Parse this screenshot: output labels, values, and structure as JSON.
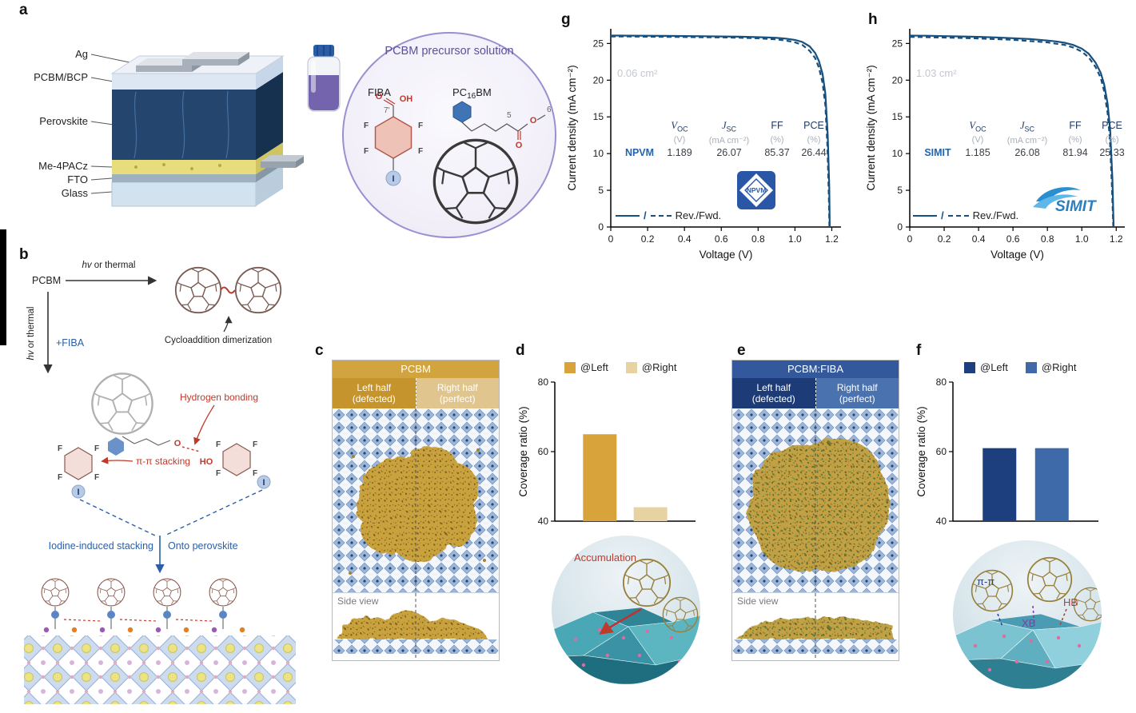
{
  "figure": {
    "panel_labels": {
      "a": "a",
      "b": "b",
      "c": "c",
      "d": "d",
      "e": "e",
      "f": "f",
      "g": "g",
      "h": "h"
    }
  },
  "chem": {
    "F": "F",
    "I": "I",
    "O": "O",
    "OH": "OH",
    "HO": "HO",
    "n5": "5",
    "n6": "6",
    "n7": "7'",
    "PC": "PC",
    "sub16": "16",
    "BM": "BM"
  },
  "panel_a": {
    "layers": [
      "Ag",
      "PCBM/BCP",
      "Perovskite",
      "Me-4PACz",
      "FTO",
      "Glass"
    ],
    "solution_title": "PCBM precursor solution",
    "fiba_label": "FIBA"
  },
  "panel_b": {
    "pcbm": "PCBM",
    "hv": "hv",
    "or_thermal": "or thermal",
    "plus_fiba": "+FIBA",
    "cycloaddition": "Cycloaddition dimerization",
    "hydrogen_bonding": "Hydrogen bonding",
    "pi_stacking": "π-π stacking",
    "iodine_stacking": "Iodine-induced stacking",
    "onto_perovskite": "Onto perovskite"
  },
  "panel_c": {
    "title": "PCBM",
    "left1": "Left half",
    "left2": "(defected)",
    "right1": "Right half",
    "right2": "(perfect)",
    "side_view": "Side view"
  },
  "panel_e": {
    "title": "PCBM:FIBA",
    "left1": "Left half",
    "left2": "(defected)",
    "right1": "Right half",
    "right2": "(perfect)",
    "side_view": "Side view"
  },
  "panel_d_inset": {
    "label": "Accumulation"
  },
  "panel_f_inset": {
    "pi": "π-π",
    "xb": "XB",
    "hb": "HB"
  },
  "chart_data": [
    {
      "panel": "d",
      "type": "bar",
      "categories": [
        "@Left",
        "@Right"
      ],
      "values": [
        65,
        44
      ],
      "colors": [
        "#d9a33c",
        "#e7d2a2"
      ],
      "ylabel": "Coverage ratio (%)",
      "ylim": [
        40,
        80
      ],
      "yticks": [
        40,
        60,
        80
      ],
      "legend_position": "top"
    },
    {
      "panel": "f",
      "type": "bar",
      "categories": [
        "@Left",
        "@Right"
      ],
      "values": [
        61,
        61
      ],
      "colors": [
        "#1e3f7d",
        "#3e6aa9"
      ],
      "ylabel": "Coverage ratio (%)",
      "ylim": [
        40,
        80
      ],
      "yticks": [
        40,
        60,
        80
      ],
      "legend_position": "top"
    },
    {
      "panel": "g",
      "type": "line",
      "xlabel": "Voltage (V)",
      "ylabel": "Current density (mA cm⁻²)",
      "xlim": [
        0,
        1.25
      ],
      "ylim": [
        0,
        27
      ],
      "xticks": [
        0,
        0.2,
        0.4,
        0.6,
        0.8,
        1.0,
        1.2
      ],
      "yticks": [
        0,
        5,
        10,
        15,
        20,
        25
      ],
      "area_label": "0.06 cm²",
      "device": "NPVM",
      "legend": "Rev./Fwd.",
      "color": "#17507e",
      "series": [
        {
          "name": "Rev.",
          "dash": "solid",
          "x": [
            0,
            0.05,
            0.1,
            0.2,
            0.3,
            0.4,
            0.5,
            0.6,
            0.7,
            0.8,
            0.85,
            0.9,
            0.95,
            1.0,
            1.04,
            1.08,
            1.11,
            1.13,
            1.15,
            1.165,
            1.178,
            1.186,
            1.189
          ],
          "y": [
            26.07,
            26.07,
            26.06,
            26.05,
            26.03,
            26.01,
            25.99,
            25.96,
            25.92,
            25.86,
            25.82,
            25.76,
            25.66,
            25.48,
            25.2,
            24.6,
            23.7,
            22.6,
            20.8,
            18.2,
            12.5,
            5.5,
            0
          ]
        },
        {
          "name": "Fwd.",
          "dash": "dashed",
          "x": [
            0,
            0.1,
            0.2,
            0.3,
            0.4,
            0.5,
            0.6,
            0.7,
            0.8,
            0.9,
            0.95,
            1.0,
            1.04,
            1.08,
            1.11,
            1.13,
            1.15,
            1.165,
            1.176,
            1.184,
            1.187
          ],
          "y": [
            25.95,
            25.94,
            25.92,
            25.9,
            25.88,
            25.85,
            25.82,
            25.78,
            25.7,
            25.55,
            25.4,
            25.15,
            24.8,
            24.0,
            23.0,
            21.7,
            19.6,
            16.6,
            11.0,
            4.0,
            0
          ]
        }
      ],
      "table": {
        "headers": [
          {
            "sym": "V",
            "sub": "OC"
          },
          {
            "sym": "J",
            "sub": "SC"
          },
          {
            "sym": "FF",
            "sub": ""
          },
          {
            "sym": "PCE",
            "sub": ""
          }
        ],
        "units": [
          "(V)",
          "(mA cm⁻²)",
          "(%)",
          "(%)"
        ],
        "values": [
          "1.189",
          "26.07",
          "85.37",
          "26.44"
        ]
      }
    },
    {
      "panel": "h",
      "type": "line",
      "xlabel": "Voltage (V)",
      "ylabel": "Current density (mA cm⁻²)",
      "xlim": [
        0,
        1.25
      ],
      "ylim": [
        0,
        27
      ],
      "xticks": [
        0,
        0.2,
        0.4,
        0.6,
        0.8,
        1.0,
        1.2
      ],
      "yticks": [
        0,
        5,
        10,
        15,
        20,
        25
      ],
      "area_label": "1.03 cm²",
      "device": "SIMIT",
      "legend": "Rev./Fwd.",
      "color": "#17507e",
      "series": [
        {
          "name": "Rev.",
          "dash": "solid",
          "x": [
            0,
            0.1,
            0.2,
            0.3,
            0.4,
            0.5,
            0.6,
            0.7,
            0.8,
            0.85,
            0.9,
            0.95,
            1.0,
            1.04,
            1.08,
            1.11,
            1.13,
            1.15,
            1.165,
            1.178,
            1.185
          ],
          "y": [
            26.08,
            26.05,
            26.0,
            25.95,
            25.9,
            25.82,
            25.72,
            25.6,
            25.4,
            25.28,
            25.1,
            24.8,
            24.3,
            23.6,
            22.4,
            21.0,
            19.4,
            16.8,
            13.2,
            6.5,
            0
          ]
        },
        {
          "name": "Fwd.",
          "dash": "dashed",
          "x": [
            0,
            0.2,
            0.4,
            0.6,
            0.8,
            0.9,
            0.95,
            1.0,
            1.04,
            1.08,
            1.11,
            1.13,
            1.15,
            1.163,
            1.175,
            1.183
          ],
          "y": [
            25.9,
            25.8,
            25.68,
            25.5,
            25.15,
            24.8,
            24.45,
            23.9,
            23.1,
            21.8,
            20.3,
            18.5,
            15.5,
            12.0,
            5.5,
            0
          ]
        }
      ],
      "table": {
        "headers": [
          {
            "sym": "V",
            "sub": "OC"
          },
          {
            "sym": "J",
            "sub": "SC"
          },
          {
            "sym": "FF",
            "sub": ""
          },
          {
            "sym": "PCE",
            "sub": ""
          }
        ],
        "units": [
          "(V)",
          "(mA cm⁻²)",
          "(%)",
          "(%)"
        ],
        "values": [
          "1.185",
          "26.08",
          "81.94",
          "25.33"
        ]
      }
    }
  ]
}
